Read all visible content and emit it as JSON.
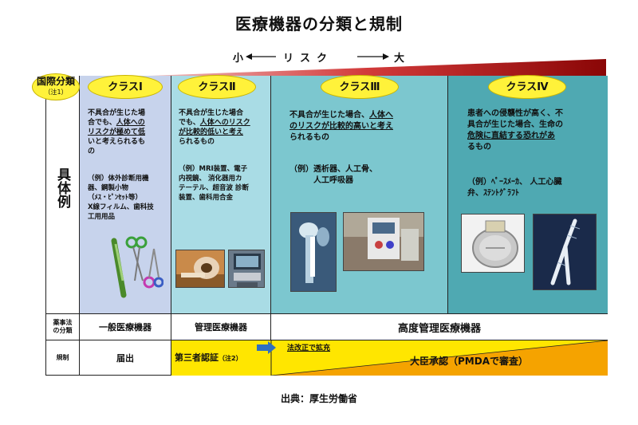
{
  "title": "医療機器の分類と規制",
  "risk_scale": {
    "small": "小",
    "label": "リスク",
    "large": "大"
  },
  "intl_class": {
    "label": "国際分類",
    "note": "（注1）"
  },
  "classes": [
    {
      "name": "クラスⅠ",
      "description": [
        "不具合が生じた場",
        "合でも、",
        "人体への",
        "リスクが極めて低",
        "いと考えられるも",
        "の"
      ],
      "example": [
        "（例）体外診断用機",
        "器、鋼製小物",
        "（ﾒｽ・ﾋﾟﾝｾｯﾄ等）",
        "X線フィルム、歯科技",
        "工用用品"
      ]
    },
    {
      "name": "クラスⅡ",
      "description": [
        "不具合が生じた場合",
        "でも、",
        "人体へのリスク",
        "が比較的低いと考え",
        "られるもの"
      ],
      "example": [
        "（例）MRI装置、電子",
        "内視鏡、 消化器用カ",
        "テーテル、超音波 診断",
        "装置、歯科用合金"
      ]
    },
    {
      "name": "クラスⅢ",
      "description": [
        "不具合が生じた場合、",
        "人体へ",
        "のリスクが比較的高いと考え",
        "られるもの"
      ],
      "example": [
        "（例）透析器、人工骨、",
        "人工呼吸器"
      ]
    },
    {
      "name": "クラスⅣ",
      "description": [
        "患者への侵襲性が高く、不",
        "具合が生じた場合、生命の",
        "危険に直結する恐れがあ",
        "るもの"
      ],
      "example": [
        "（例）ﾍﾟｰｽﾒｰｶ、 人工心臓",
        "弁、ｽﾃﾝﾄｸﾞﾗﾌﾄ"
      ]
    }
  ],
  "row_labels": {
    "examples": "具体例",
    "law": [
      "薬事法",
      "の分類"
    ],
    "regulation": "規制"
  },
  "law_classification": [
    "一般医療機器",
    "管理医療機器",
    "高度管理医療機器"
  ],
  "regulation": {
    "notification": "届出",
    "third_party": "第三者認証",
    "third_party_note": "（注2）",
    "expansion": "法改正で拡充",
    "approval": "大臣承認（PMDAで審査）"
  },
  "source": "出典：厚生労働省",
  "colors": {
    "class1_bg": "#c7d3ec",
    "class2_bg": "#a9dce5",
    "class3_bg": "#7cc7cf",
    "class4_bg": "#4fa9b2",
    "oval": "#fff23a",
    "wedge_dark": "#9b0a0a",
    "regulation_yellow": "#ffe600",
    "regulation_orange": "#f5a300"
  },
  "icons": [
    "scissors-forceps-icon",
    "mri-photo",
    "ultrasound-photo",
    "bone-xray-photo",
    "dialysis-machine-photo",
    "pacemaker-photo",
    "stent-graft-photo",
    "arrow-left-icon",
    "arrow-right-icon",
    "expand-arrow-icon"
  ]
}
